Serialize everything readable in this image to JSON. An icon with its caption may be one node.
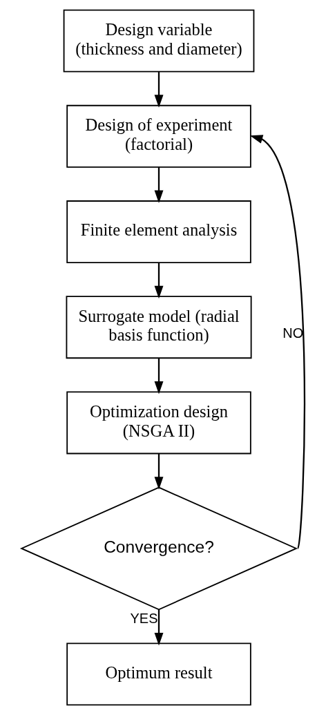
{
  "diagram": {
    "nodes": [
      {
        "text": [
          "Design variable (thickness and diameter)"
        ]
      },
      {
        "text": [
          "Design of experiment (factorial)"
        ]
      },
      {
        "text": [
          "Finite element analysis"
        ]
      },
      {
        "text": [
          "Surrogate model (radial basis function)"
        ]
      },
      {
        "text": [
          "Optimization design (NSGA II)"
        ]
      },
      {
        "text": [
          "Convergence?"
        ]
      },
      {
        "text": [
          "Optimum result"
        ]
      }
    ],
    "edges": [
      {
        "from": 0,
        "to": 1,
        "arrow": "to"
      },
      {
        "from": 1,
        "to": 2,
        "arrow": "to"
      },
      {
        "from": 2,
        "to": 3,
        "arrow": "to"
      },
      {
        "from": 3,
        "to": 4,
        "arrow": "to"
      },
      {
        "from": 4,
        "to": 5,
        "arrow": "to"
      },
      {
        "from": 5,
        "to": 6,
        "arrow": "to",
        "label": "YES"
      },
      {
        "from": 5,
        "to": 1,
        "arrow": "to",
        "label": "NO"
      }
    ]
  }
}
